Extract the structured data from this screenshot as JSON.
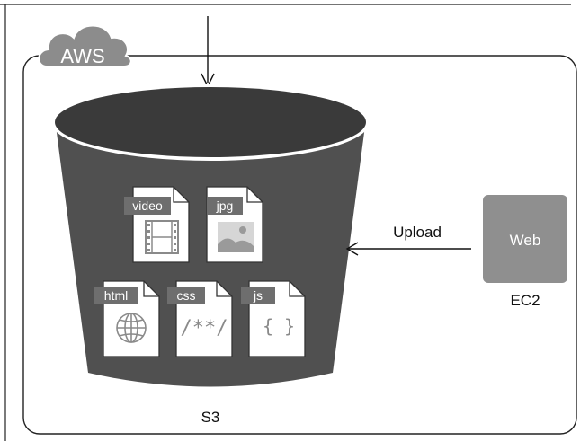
{
  "cloud": {
    "label": "AWS"
  },
  "bucket": {
    "label": "S3"
  },
  "files": {
    "video": {
      "tag": "video",
      "icon": "film-strip-icon"
    },
    "jpg": {
      "tag": "jpg",
      "icon": "landscape-image-icon"
    },
    "html": {
      "tag": "html",
      "icon": "globe-icon"
    },
    "css": {
      "tag": "css",
      "glyph": "/**/"
    },
    "js": {
      "tag": "js",
      "glyph": "{ }"
    }
  },
  "upload": {
    "label": "Upload"
  },
  "instance": {
    "inner_label": "Web",
    "caption": "EC2"
  },
  "colors": {
    "bucket_body": "#505050",
    "bucket_top": "#3a3a3a",
    "cloud": "#8c8c8c",
    "ec2_box": "#8f8f8f",
    "file_tag": "#6e6e6e",
    "icon_gray": "#9a9a9a"
  }
}
